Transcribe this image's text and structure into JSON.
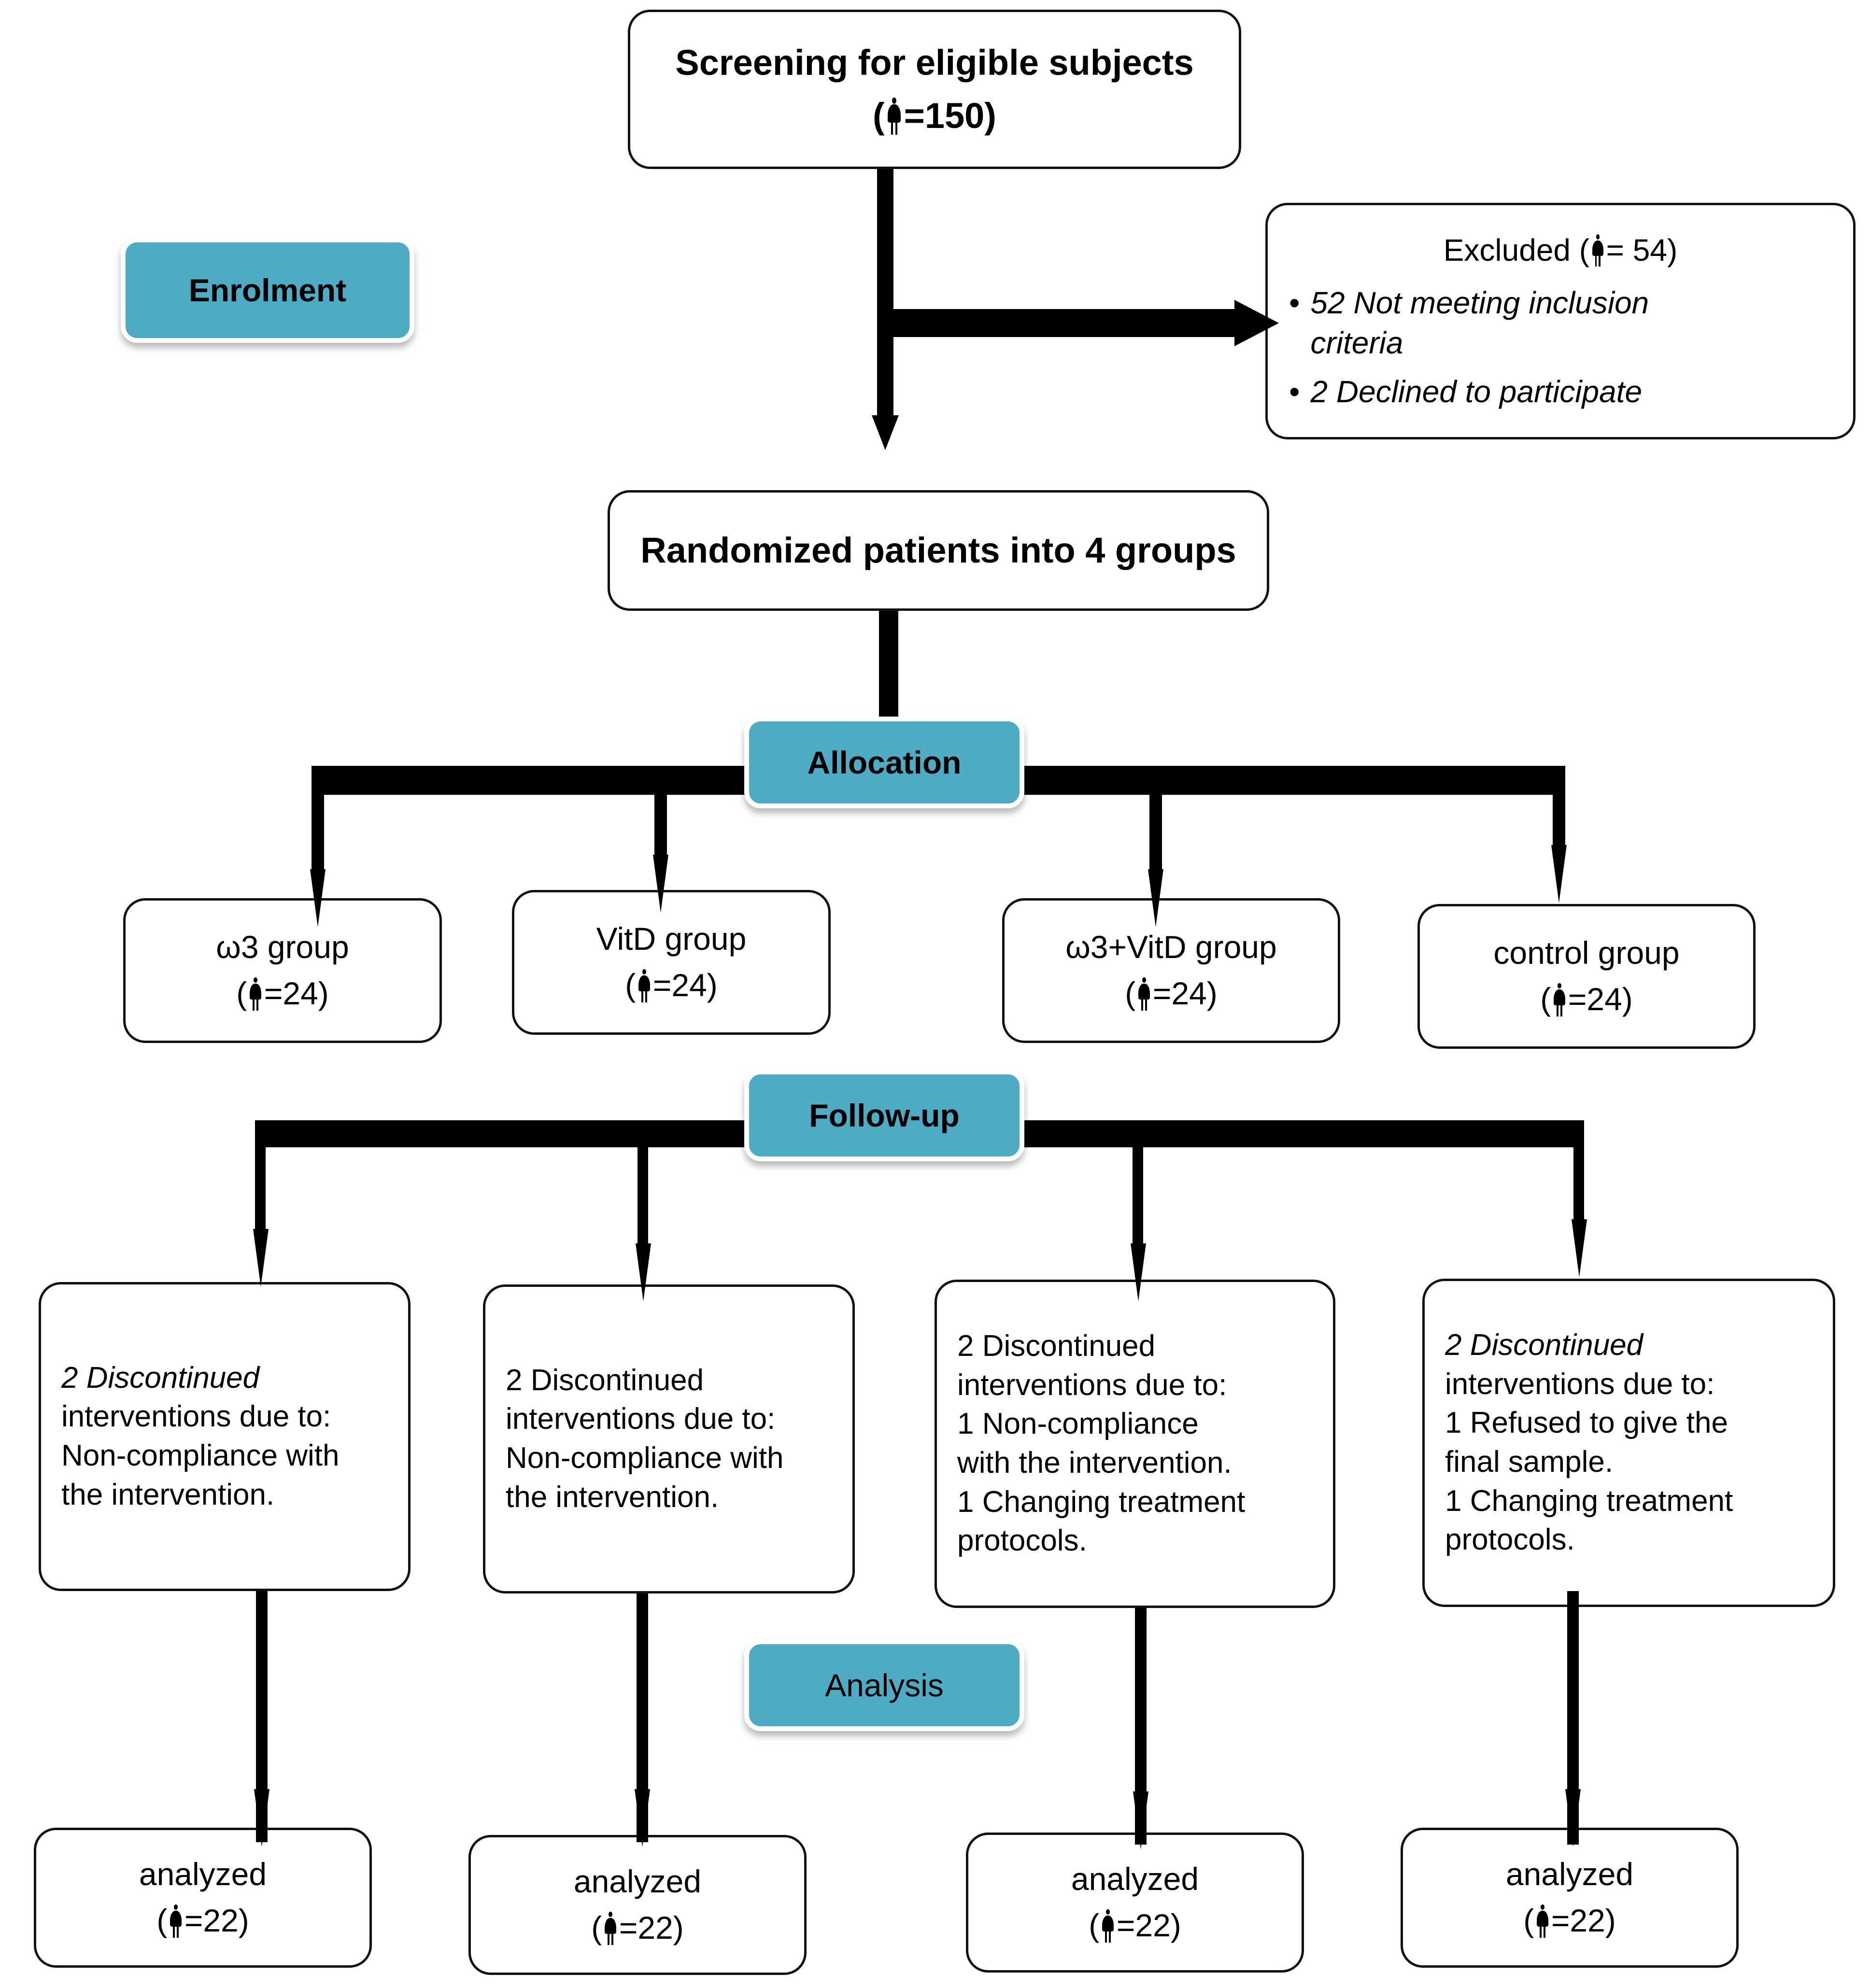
{
  "figure": {
    "type": "CONSORT participant flow diagram",
    "accent_color": "#4fabc4",
    "person_icon": "person-icon"
  },
  "stages": {
    "enrolment": "Enrolment",
    "allocation": "Allocation",
    "followup": "Follow-up",
    "analysis": "Analysis"
  },
  "screening": {
    "title": "Screening for eligible subjects",
    "count_prefix": "(",
    "count_suffix": "=150)"
  },
  "excluded": {
    "title_prefix": "Excluded (",
    "title_suffix": "= 54)",
    "reasons": [
      "52 Not meeting inclusion",
      "criteria",
      "2 Declined to participate"
    ],
    "bullet": "•"
  },
  "randomized": {
    "title": "Randomized patients into 4 groups"
  },
  "allocation_groups": [
    {
      "name": "ω3 group",
      "count_prefix": "(",
      "count_suffix": "=24)"
    },
    {
      "name": "VitD group",
      "count_prefix": "(",
      "count_suffix": "=24)"
    },
    {
      "name": "ω3+VitD group",
      "count_prefix": "(",
      "count_suffix": "=24)"
    },
    {
      "name": "control group",
      "count_prefix": "(",
      "count_suffix": "=24)"
    }
  ],
  "followup_boxes": [
    {
      "lead_number": "2",
      "lines": [
        "2 Discontinued",
        "interventions due to:",
        "Non-compliance with",
        "the intervention."
      ]
    },
    {
      "lead_number": "2",
      "lines": [
        "2 Discontinued",
        "interventions due to:",
        "Non-compliance with",
        "the intervention."
      ]
    },
    {
      "lead_number": "2",
      "lines": [
        "2 Discontinued",
        "interventions due to:",
        "1 Non-compliance",
        "with the intervention.",
        "1 Changing treatment",
        "protocols."
      ]
    },
    {
      "lead_number": "2",
      "lines": [
        "2 Discontinued",
        "interventions due to:",
        "1 Refused to give the",
        "final sample.",
        "1 Changing treatment",
        "protocols."
      ]
    }
  ],
  "analyzed_boxes": [
    {
      "label": "analyzed",
      "count_prefix": "(",
      "count_suffix": "=22)"
    },
    {
      "label": "analyzed",
      "count_prefix": "(",
      "count_suffix": "=22)"
    },
    {
      "label": "analyzed",
      "count_prefix": "(",
      "count_suffix": "=22)"
    },
    {
      "label": "analyzed",
      "count_prefix": "(",
      "count_suffix": "=22)"
    }
  ]
}
